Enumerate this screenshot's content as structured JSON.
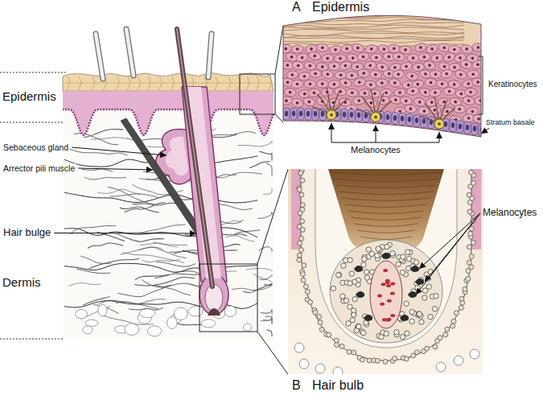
{
  "diagram": {
    "labels": [
      "A",
      "Epidermis",
      "Epidermis",
      "Keratinocytes",
      "Stratum basale",
      "Melanocytes",
      "Sebaceous gland",
      "Arrector pili muscle",
      "Hair bulge",
      "Dermis",
      "Melanocytes",
      "B",
      "Hair bulb"
    ]
  }
}
